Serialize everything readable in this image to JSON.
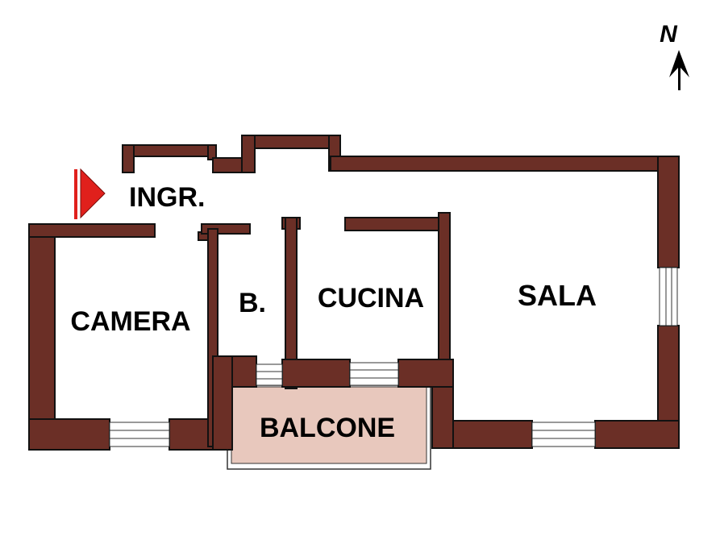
{
  "compass": {
    "label": "N"
  },
  "rooms": {
    "entrance": "INGR.",
    "bedroom": "CAMERA",
    "bathroom": "B.",
    "kitchen": "CUCINA",
    "living": "SALA",
    "balcony": "BALCONE"
  },
  "colors": {
    "wall": "#6b2f26",
    "balcony_fill": "#e8c8bd",
    "entry_marker": "#e0201c",
    "background": "#ffffff"
  }
}
